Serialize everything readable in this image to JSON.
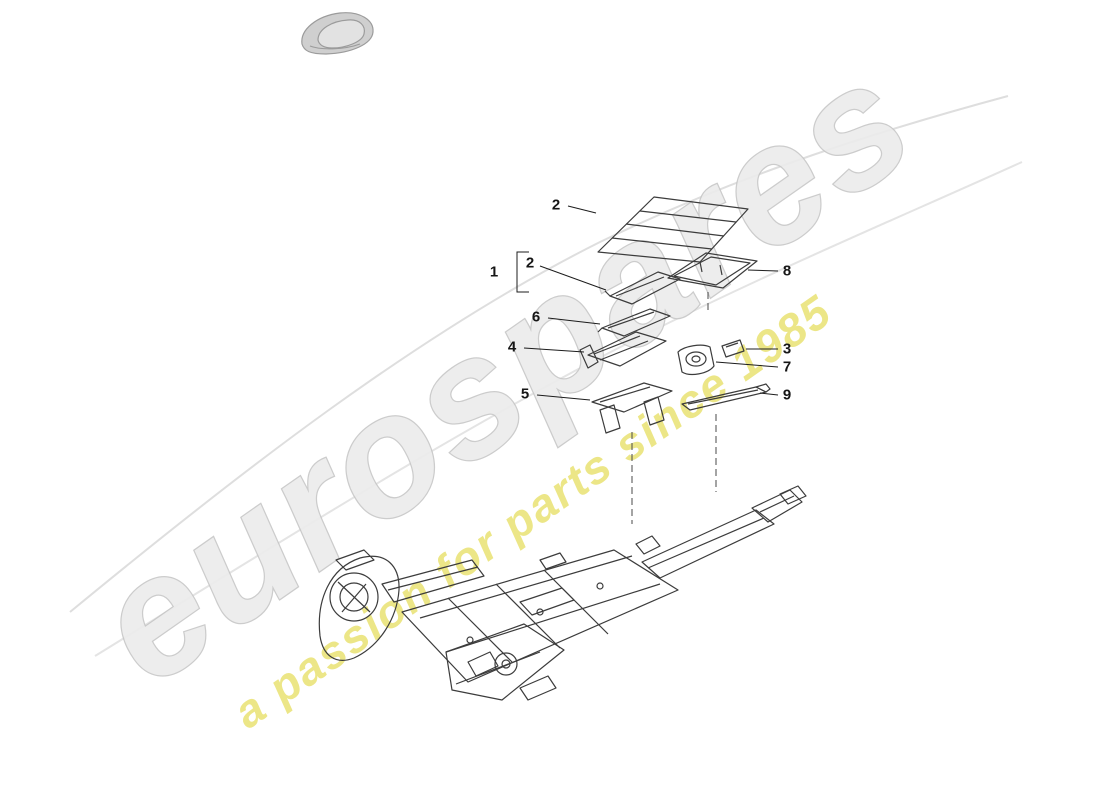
{
  "watermark": {
    "brand": "eurospares",
    "tagline": "a passion for parts since 1985",
    "brand_fill": "#ececec",
    "brand_stroke": "#c7c7c7",
    "tagline_color": "#e9e273"
  },
  "artwork": {
    "line_color": "#3c3c3c",
    "leader_color": "#1c1c1c",
    "sketch_color": "#dedede",
    "car_body_fill": "#cfcfcf"
  },
  "callouts": [
    {
      "id": "floor-panel-top",
      "label": "2"
    },
    {
      "id": "assembly-group",
      "label": "1"
    },
    {
      "id": "group-member",
      "label": "2"
    },
    {
      "id": "item-8",
      "label": "8"
    },
    {
      "id": "item-6",
      "label": "6"
    },
    {
      "id": "item-4",
      "label": "4"
    },
    {
      "id": "item-3",
      "label": "3"
    },
    {
      "id": "item-7",
      "label": "7"
    },
    {
      "id": "item-5",
      "label": "5"
    },
    {
      "id": "item-9",
      "label": "9"
    }
  ]
}
